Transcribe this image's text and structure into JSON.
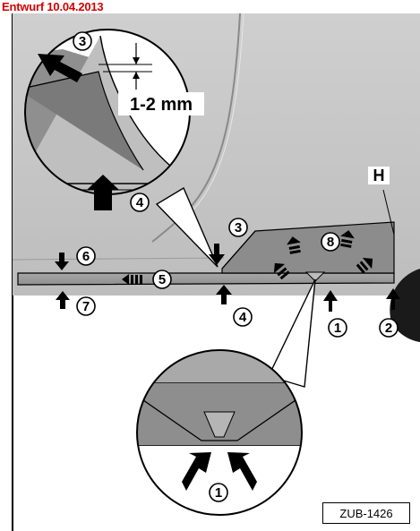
{
  "header": {
    "draft_stamp": "Entwurf 10.04.2013"
  },
  "figure": {
    "reference_code": "ZUB-1426",
    "gap_measurement": "1-2 mm",
    "area_label": "H",
    "callouts": [
      "1",
      "2",
      "3",
      "4",
      "5",
      "6",
      "7",
      "8"
    ]
  },
  "colors": {
    "draft_stamp": "#d40000",
    "panel_light": "#c9c9c9",
    "panel_dark": "#7d7d7d",
    "line": "#000000"
  }
}
